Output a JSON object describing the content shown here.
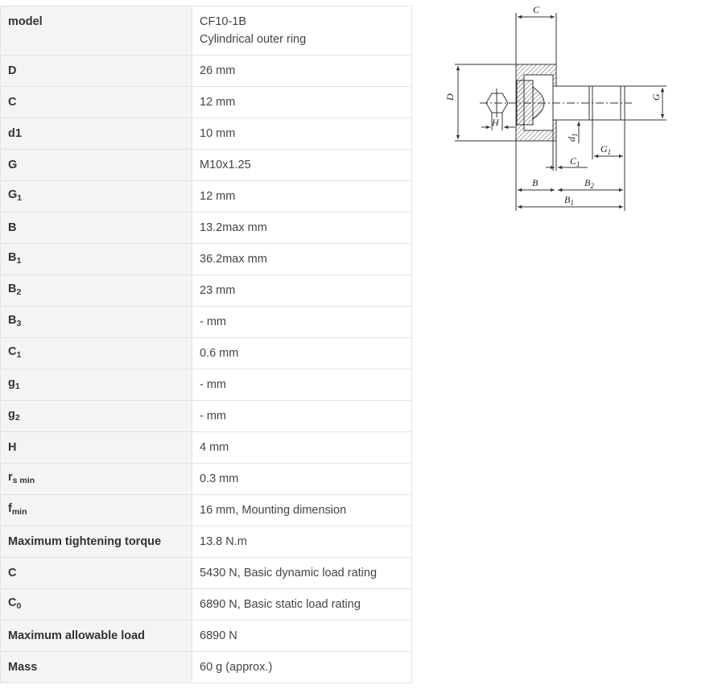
{
  "rows": [
    {
      "label": "model",
      "sub": "",
      "value": "CF10-1B",
      "value2": "Cylindrical outer ring"
    },
    {
      "label": "D",
      "sub": "",
      "value": "26 mm"
    },
    {
      "label": "C",
      "sub": "",
      "value": "12 mm"
    },
    {
      "label": "d1",
      "sub": "",
      "value": "10 mm"
    },
    {
      "label": "G",
      "sub": "",
      "value": "M10x1.25"
    },
    {
      "label": "G",
      "sub": "1",
      "value": "12 mm"
    },
    {
      "label": "B",
      "sub": "",
      "value": "13.2max mm"
    },
    {
      "label": "B",
      "sub": "1",
      "value": "36.2max mm"
    },
    {
      "label": "B",
      "sub": "2",
      "value": "23 mm"
    },
    {
      "label": "B",
      "sub": "3",
      "value": "- mm"
    },
    {
      "label": "C",
      "sub": "1",
      "value": "0.6 mm"
    },
    {
      "label": "g",
      "sub": "1",
      "value": "- mm"
    },
    {
      "label": "g",
      "sub": "2",
      "value": "- mm"
    },
    {
      "label": "H",
      "sub": "",
      "value": "4 mm"
    },
    {
      "label": "r",
      "sub": "s min",
      "value": "0.3 mm"
    },
    {
      "label": "f",
      "sub": "min",
      "value": "16 mm, Mounting dimension"
    },
    {
      "label": "Maximum tightening torque",
      "sub": "",
      "value": "13.8 N.m"
    },
    {
      "label": "C",
      "sub": "",
      "value": "5430 N, Basic dynamic load rating"
    },
    {
      "label": "C",
      "sub": "0",
      "value": "6890 N, Basic static load rating"
    },
    {
      "label": "Maximum allowable load",
      "sub": "",
      "value": "6890 N"
    },
    {
      "label": "Mass",
      "sub": "",
      "value": "60 g (approx.)"
    }
  ],
  "drawing": {
    "labels": {
      "C": "C",
      "D": "D",
      "G": "G",
      "H": "H",
      "d1": "d",
      "d1_sub": "1",
      "G1": "G",
      "G1_sub": "1",
      "C1": "C",
      "C1_sub": "1",
      "B": "B",
      "B2": "B",
      "B2_sub": "2",
      "B1": "B",
      "B1_sub": "1"
    }
  }
}
